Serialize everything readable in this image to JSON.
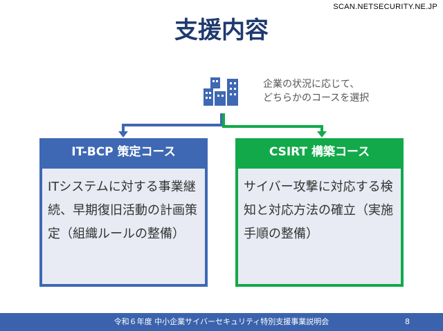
{
  "watermark": "SCAN.NETSECURITY.NE.JP",
  "title": "支援内容",
  "note": {
    "line1": "企業の状況に応じて、",
    "line2": "どちらかのコースを選択"
  },
  "courses": [
    {
      "header": "IT-BCP 策定コース",
      "body": "ITシステムに対する事業継続、早期復旧活動の計画策定（組織ルールの整備）",
      "color": "#3e68b3"
    },
    {
      "header": "CSIRT 構築コース",
      "body": "サイバー攻撃に対応する検知と対応方法の確立（実施手順の整備）",
      "color": "#12a94a"
    }
  ],
  "footer": {
    "text": "令和６年度 中小企業サイバーセキュリティ特別支援事業説明会",
    "page": "8"
  }
}
